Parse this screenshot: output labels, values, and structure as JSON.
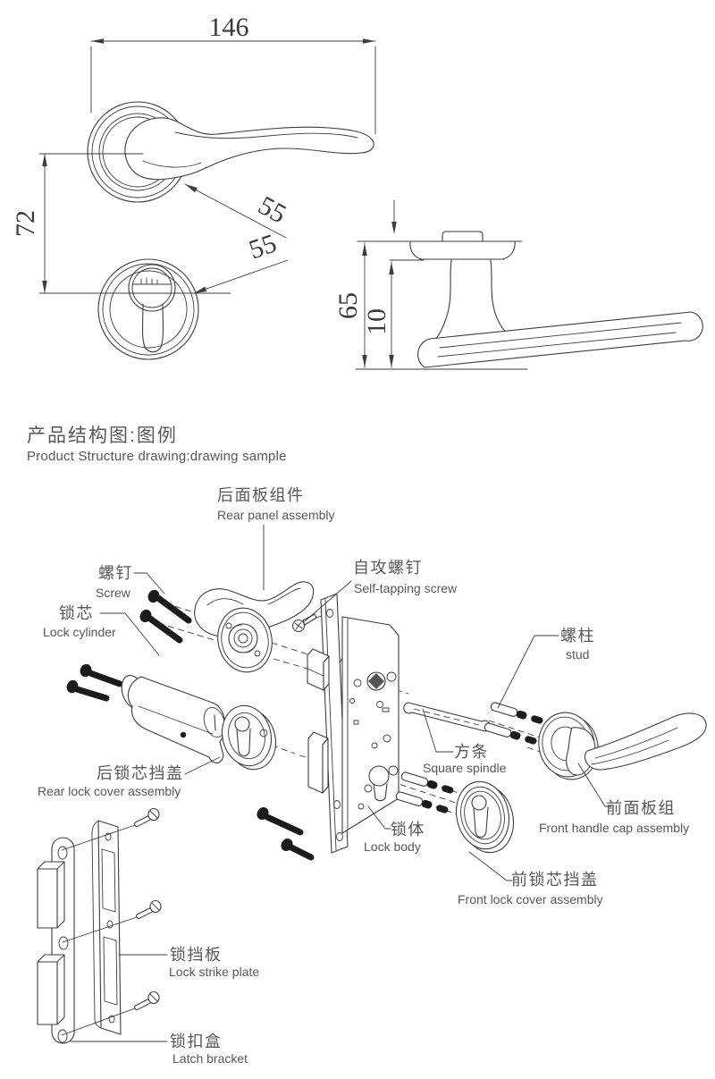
{
  "title": {
    "zh": "产品结构图:图例",
    "en": "Product Structure drawing:drawing sample"
  },
  "dims": {
    "front_width": "146",
    "center_distance": "72",
    "rose_diameter": "55",
    "escutcheon_diameter": "55",
    "side_height": "65",
    "neck_offset": "10"
  },
  "parts": {
    "rear_panel": {
      "zh": "后面板组件",
      "en": "Rear panel assembly"
    },
    "screw": {
      "zh": "螺钉",
      "en": "Screw"
    },
    "lock_cylinder": {
      "zh": "锁芯",
      "en": "Lock cylinder"
    },
    "self_tapping_screw": {
      "zh": "自攻螺钉",
      "en": "Self-tapping screw"
    },
    "stud": {
      "zh": "螺柱",
      "en": "stud"
    },
    "square_spindle": {
      "zh": "方条",
      "en": "Square spindle"
    },
    "rear_lock_cover": {
      "zh": "后锁芯挡盖",
      "en": "Rear lock cover assembly"
    },
    "lock_body": {
      "zh": "锁体",
      "en": "Lock body"
    },
    "front_handle_cap": {
      "zh": "前面板组",
      "en": "Front handle cap assembly"
    },
    "front_lock_cover": {
      "zh": "前锁芯挡盖",
      "en": "Front lock cover assembly"
    },
    "lock_strike_plate": {
      "zh": "锁挡板",
      "en": "Lock strike plate"
    },
    "latch_bracket": {
      "zh": "锁扣盒",
      "en": "Latch bracket"
    }
  },
  "colors": {
    "line": "#3d3d3d",
    "text": "#595757",
    "black_part": "#1b1b1b",
    "background": "#ffffff"
  }
}
